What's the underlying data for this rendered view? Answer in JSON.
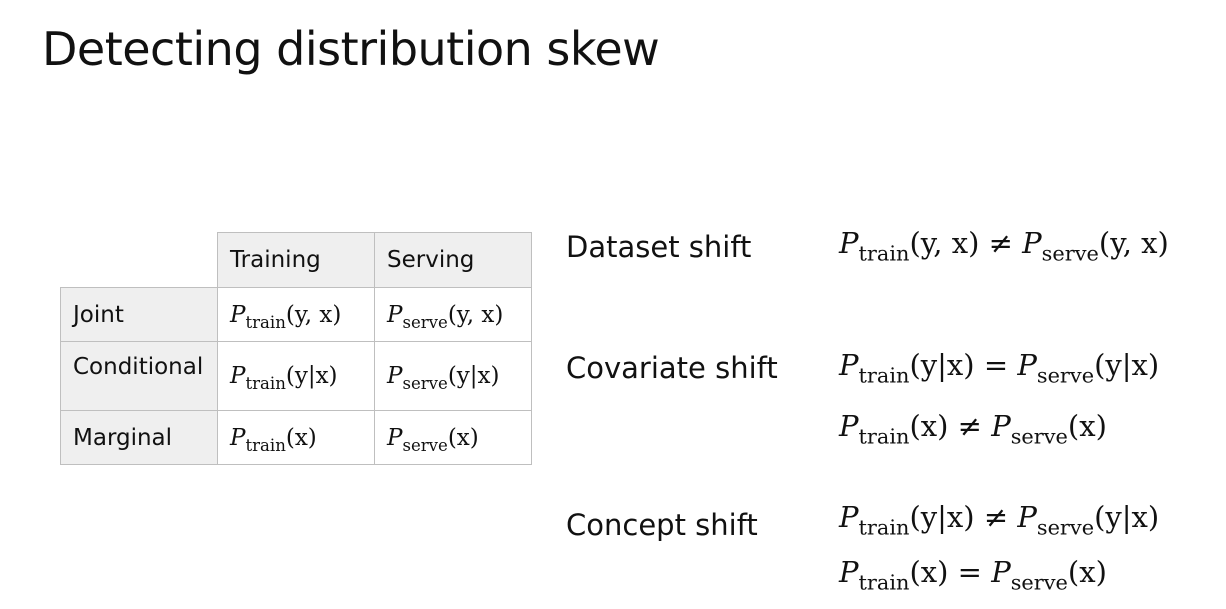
{
  "title": "Detecting distribution skew",
  "table": {
    "columns": [
      "Training",
      "Serving"
    ],
    "rows": [
      {
        "label": "Joint",
        "training": "(y, x)",
        "serving": "(y, x)"
      },
      {
        "label": "Conditional",
        "training": "(y|x)",
        "serving": "(y|x)"
      },
      {
        "label": "Marginal",
        "training": "(x)",
        "serving": "(x)"
      }
    ]
  },
  "symbols": {
    "P": "P",
    "train": "train",
    "serve": "serve"
  },
  "shifts": [
    {
      "label": "Dataset shift",
      "equations": [
        {
          "left": "(y, x)",
          "op": "≠",
          "right": "(y, x)"
        }
      ]
    },
    {
      "label": "Covariate shift",
      "equations": [
        {
          "left": "(y|x)",
          "op": "=",
          "right": "(y|x)"
        },
        {
          "left": "(x)",
          "op": "≠",
          "right": "(x)"
        }
      ]
    },
    {
      "label": "Concept shift",
      "equations": [
        {
          "left": "(y|x)",
          "op": "≠",
          "right": "(y|x)"
        },
        {
          "left": "(x)",
          "op": "=",
          "right": "(x)"
        }
      ]
    }
  ]
}
